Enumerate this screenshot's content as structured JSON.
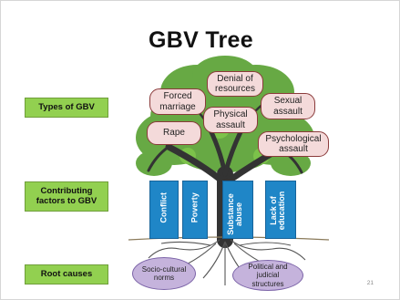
{
  "title": "GBV Tree",
  "row_labels": {
    "types": "Types of GBV",
    "factors": "Contributing factors to GBV",
    "root": "Root causes"
  },
  "types_of_gbv": [
    "Denial of resources",
    "Forced marriage",
    "Sexual assault",
    "Physical assault",
    "Rape",
    "Psychological assault"
  ],
  "contributing_factors": [
    "Conflict",
    "Poverty",
    "Substance abuse",
    "Lack of education"
  ],
  "root_causes": [
    "Socio-cultural norms",
    "Political and judicial structures"
  ],
  "page_number": "21",
  "colors": {
    "label_green": "#92d050",
    "bubble_fill": "#f4dada",
    "bubble_border": "#8a3a3a",
    "bar_blue": "#1f86c7",
    "root_purple": "#c5b3dc",
    "foliage": "#5fa53a",
    "trunk": "#333333"
  }
}
